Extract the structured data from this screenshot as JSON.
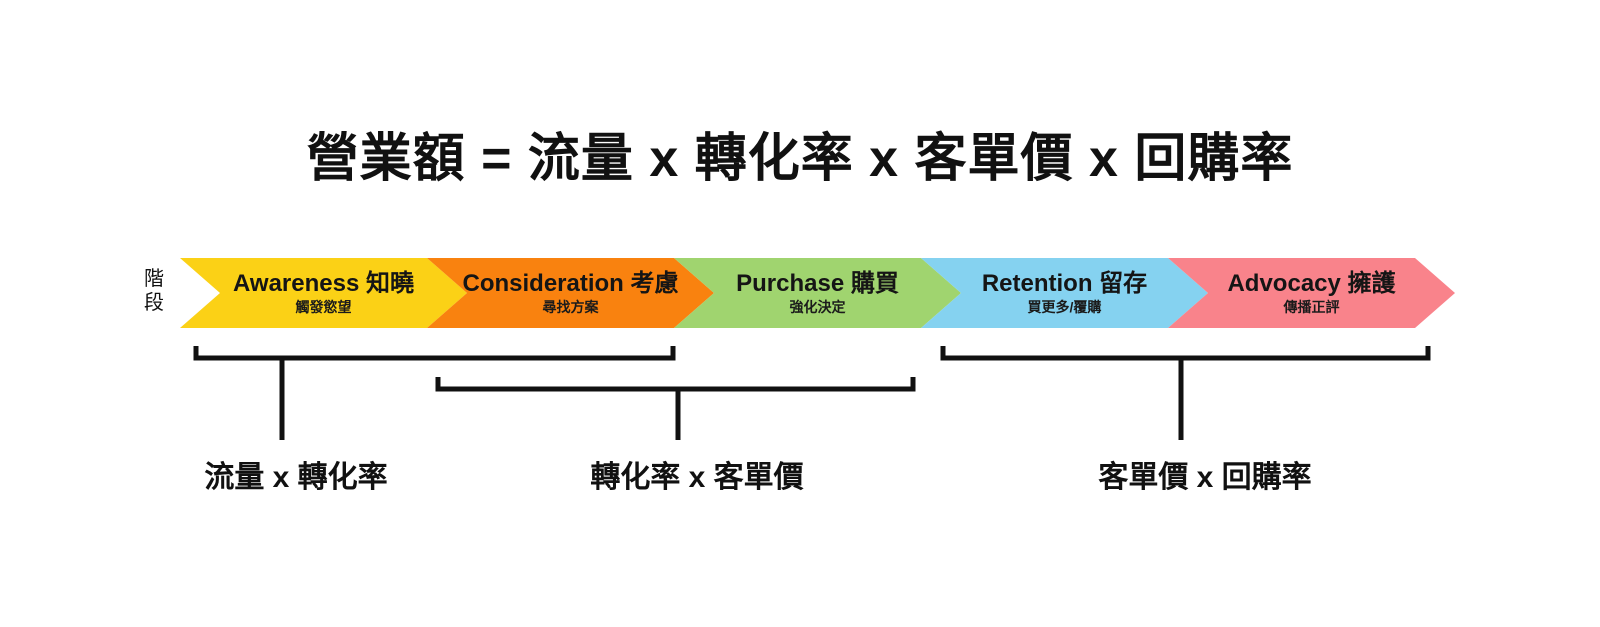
{
  "title": "營業額 = 流量 x 轉化率 x 客單價 x 回購率",
  "axis": {
    "label": "階段"
  },
  "funnel": {
    "stages": [
      {
        "name": "Awareness 知曉",
        "subtitle": "觸發慾望",
        "color": "#FBD116"
      },
      {
        "name": "Consideration 考慮",
        "subtitle": "尋找方案",
        "color": "#F9820F"
      },
      {
        "name": "Purchase 購買",
        "subtitle": "強化決定",
        "color": "#A0D46F"
      },
      {
        "name": "Retention 留存",
        "subtitle": "買更多/覆購",
        "color": "#85D2F0"
      },
      {
        "name": "Advocacy 擁護",
        "subtitle": "傳播正評",
        "color": "#F9838B"
      }
    ]
  },
  "formula_groups": [
    {
      "label": "流量 x 轉化率",
      "spans_stages": "Awareness–Consideration"
    },
    {
      "label": "轉化率 x 客單價",
      "spans_stages": "Consideration–Purchase"
    },
    {
      "label": "客單價 x 回購率",
      "spans_stages": "Retention–Advocacy"
    }
  ],
  "style": {
    "bracket_color": "#111111",
    "text_color": "#111111",
    "background": "#ffffff"
  }
}
